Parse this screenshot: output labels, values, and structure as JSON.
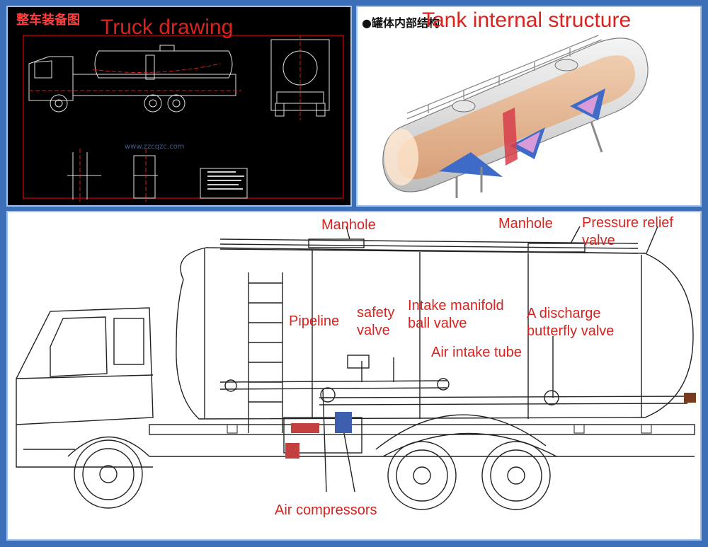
{
  "panels": {
    "drawing": {
      "title_cn": "整车装备图",
      "title": "Truck drawing"
    },
    "tank": {
      "title_cn": "●罐体内部结构",
      "title": "Tank internal structure"
    },
    "main": {
      "labels": {
        "manhole_1": "Manhole",
        "manhole_2": "Manhole",
        "pressure_relief_1": "Pressure relief",
        "pressure_relief_2": "valve",
        "pipeline": "Pipeline",
        "safety_1": "safety",
        "safety_2": "valve",
        "intake_manifold_1": "Intake manifold",
        "intake_manifold_2": "ball valve",
        "discharge_1": "A discharge",
        "discharge_2": "butterfly valve",
        "air_intake_tube": "Air intake tube",
        "air_compressors": "Air compressors"
      }
    }
  },
  "colors": {
    "frame": "#3d6fb8",
    "label": "#d8231f",
    "cad_background": "#000000"
  }
}
